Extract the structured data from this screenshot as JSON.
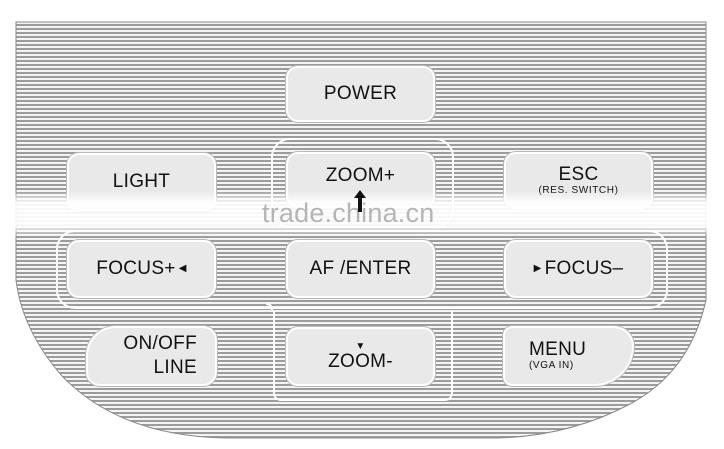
{
  "keypad": {
    "power": "POWER",
    "light": "LIGHT",
    "zoom_plus": "ZOOM+",
    "esc": "ESC",
    "esc_sub": "(RES. SWITCH)",
    "focus_plus": "FOCUS+",
    "af_enter": "AF /ENTER",
    "focus_minus": "FOCUS–",
    "onoff_line1": "ON/OFF",
    "onoff_line2": "LINE",
    "zoom_minus": "ZOOM-",
    "menu": "MENU",
    "menu_sub": "(VGA IN)"
  },
  "watermark": {
    "text": "trade.china.cn"
  },
  "colors": {
    "stripe": "#9c9c9c",
    "button_face": "#e9e9e9",
    "text": "#111111"
  }
}
